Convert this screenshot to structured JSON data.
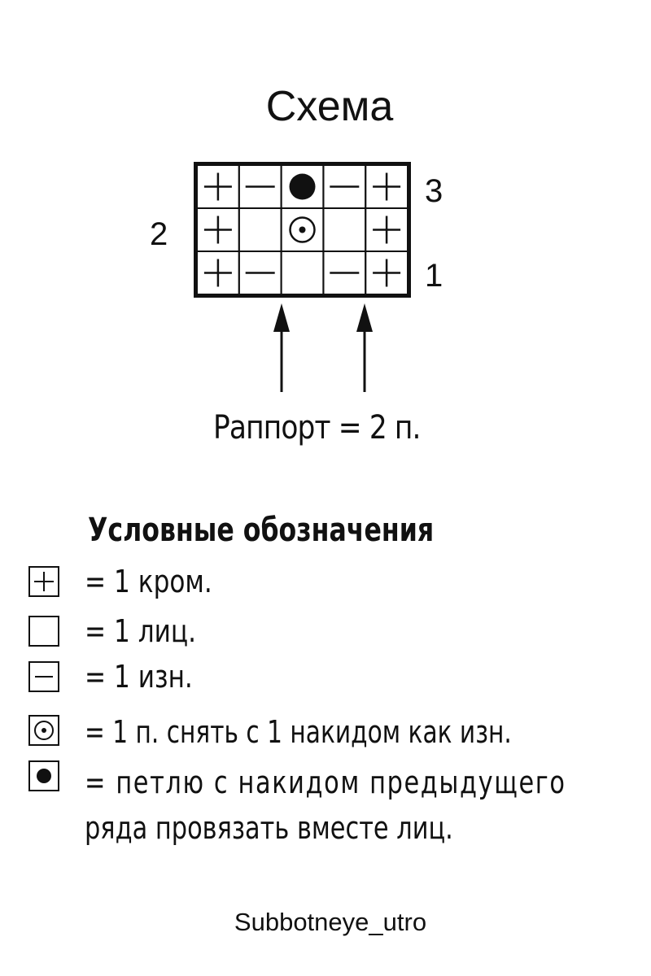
{
  "title": "Схема",
  "chart": {
    "rows": [
      {
        "number": "3",
        "side": "right",
        "cells": [
          "edge",
          "purl",
          "dot",
          "purl",
          "edge"
        ]
      },
      {
        "number": "2",
        "side": "left",
        "cells": [
          "edge",
          "knit",
          "slip",
          "knit",
          "edge"
        ]
      },
      {
        "number": "1",
        "side": "right",
        "cells": [
          "edge",
          "purl",
          "knit",
          "purl",
          "edge"
        ]
      }
    ],
    "repeat_label": "Раппорт = 2 п."
  },
  "legend": {
    "title": "Условные обозначения",
    "items": [
      {
        "symbol": "edge",
        "text": "= 1 кром."
      },
      {
        "symbol": "knit",
        "text": "= 1 лиц."
      },
      {
        "symbol": "purl",
        "text": "= 1 изн."
      },
      {
        "symbol": "slip",
        "text": "= 1 п. снять с 1 накидом как изн."
      },
      {
        "symbol": "dot",
        "text": "= петлю с накидом предыдущего",
        "text2": "ряда провязать вместе лиц."
      }
    ]
  },
  "footer": "Subbotneye_utro",
  "colors": {
    "ink": "#111111",
    "background": "#ffffff"
  }
}
